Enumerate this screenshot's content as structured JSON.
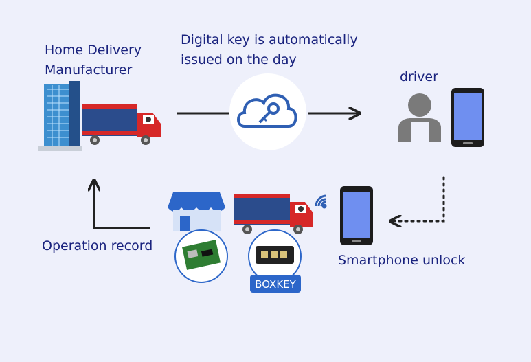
{
  "labels": {
    "manufacturer": [
      "Home Delivery",
      "Manufacturer"
    ],
    "digital_key": [
      "Digital key is automatically",
      "issued on the day"
    ],
    "driver": "driver",
    "operation_record": "Operation record",
    "smartphone_unlock": "Smartphone unlock",
    "boxkey_badge": "BOXKEY"
  },
  "icons": [
    "building-icon",
    "delivery-truck-icon",
    "cloud-key-icon",
    "driver-person-icon",
    "smartphone-icon",
    "store-icon",
    "circuit-board-icon",
    "boxkey-device-icon",
    "wifi-signal-icon"
  ],
  "colors": {
    "background": "#eef0fb",
    "label_text": "#1a237e",
    "truck_body": "#2b4c8c",
    "truck_red": "#d62828",
    "store_blue": "#2c66c9",
    "phone_screen": "#6f8ff0",
    "cloud_key": "#2f5fb3"
  }
}
